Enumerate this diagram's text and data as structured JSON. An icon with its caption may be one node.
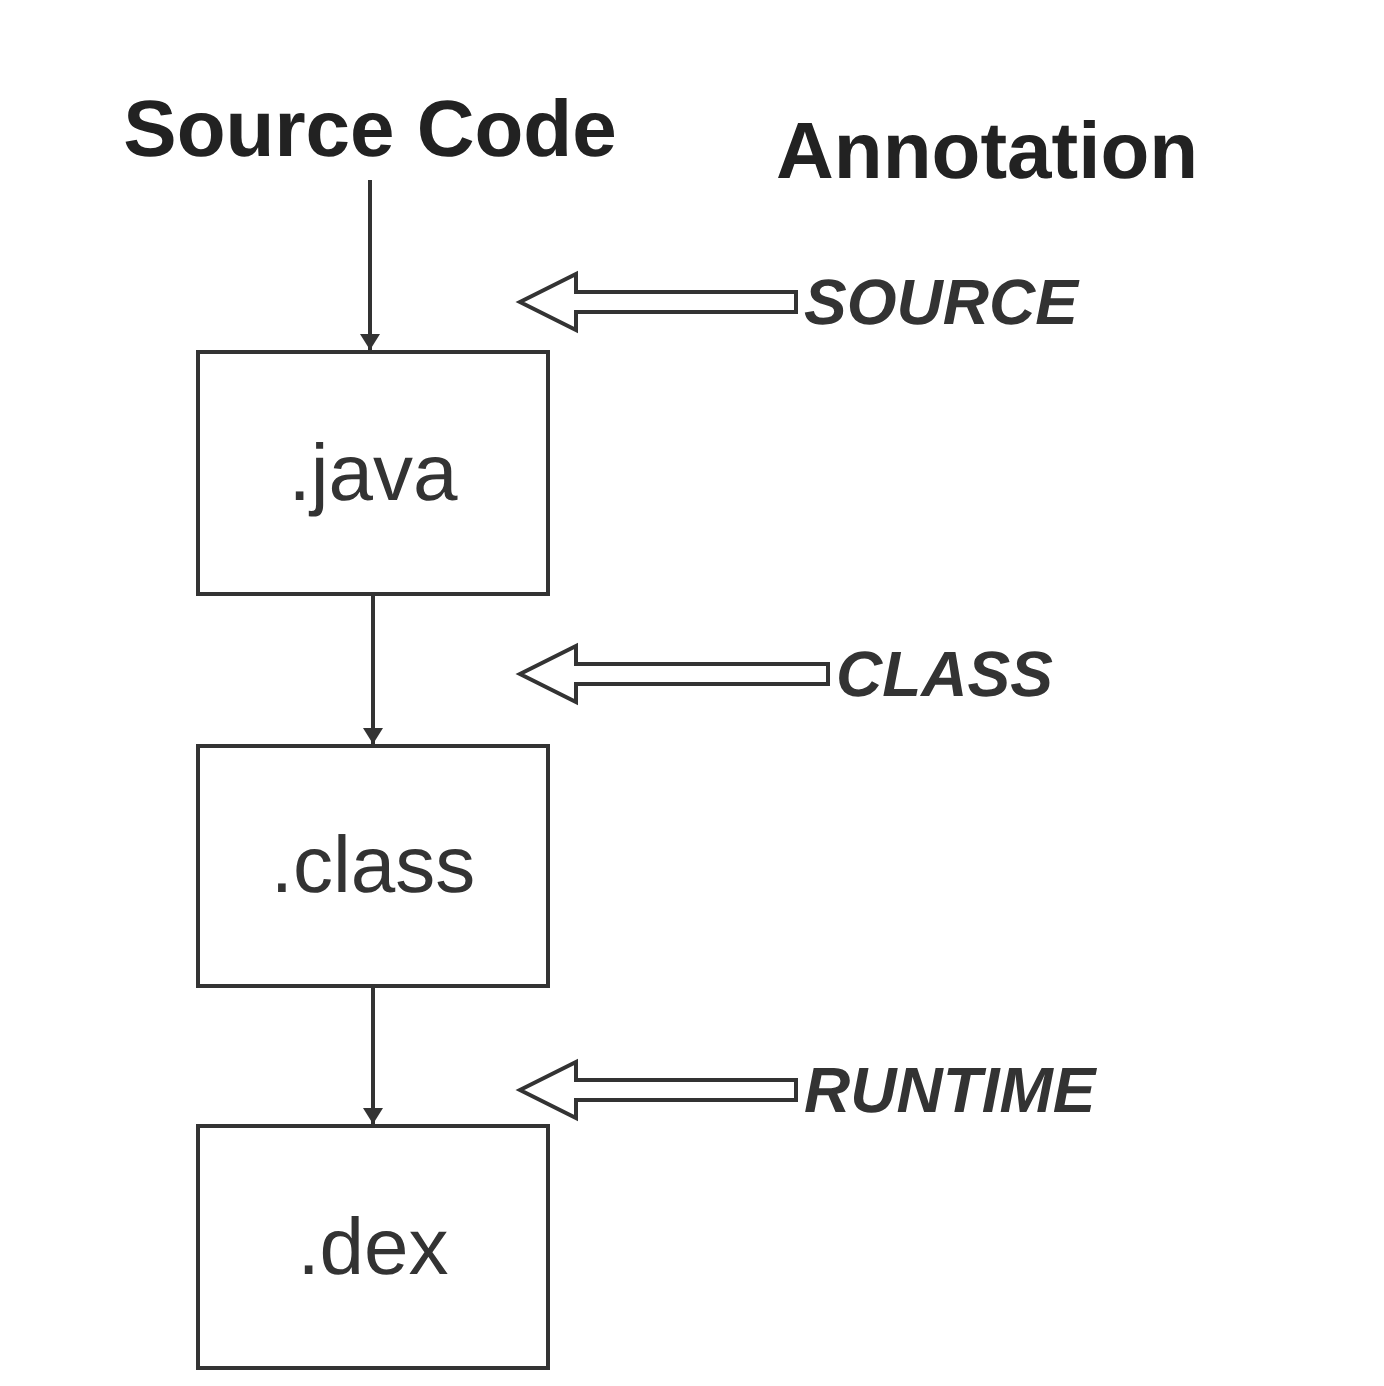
{
  "diagram": {
    "nodes": [
      {
        "text": [
          "Source Code"
        ]
      },
      {
        "text": [
          ".java"
        ]
      },
      {
        "text": [
          ".class"
        ]
      },
      {
        "text": [
          ".dex"
        ]
      },
      {
        "text": [
          "SOURCE"
        ]
      },
      {
        "text": [
          "CLASS"
        ]
      },
      {
        "text": [
          "RUNTIME"
        ]
      }
    ],
    "edges": [
      {
        "from": 0,
        "to": 1,
        "arrow": "to"
      },
      {
        "from": 1,
        "to": 2,
        "arrow": "to"
      },
      {
        "from": 2,
        "to": 3,
        "arrow": "to"
      },
      {
        "from": 4,
        "to": null,
        "arrow": "to",
        "style": "thick"
      },
      {
        "from": 5,
        "to": null,
        "arrow": "to",
        "style": "thick"
      },
      {
        "from": 6,
        "to": null,
        "arrow": "to",
        "style": "thick"
      }
    ],
    "labels": [
      "Annotation"
    ]
  }
}
